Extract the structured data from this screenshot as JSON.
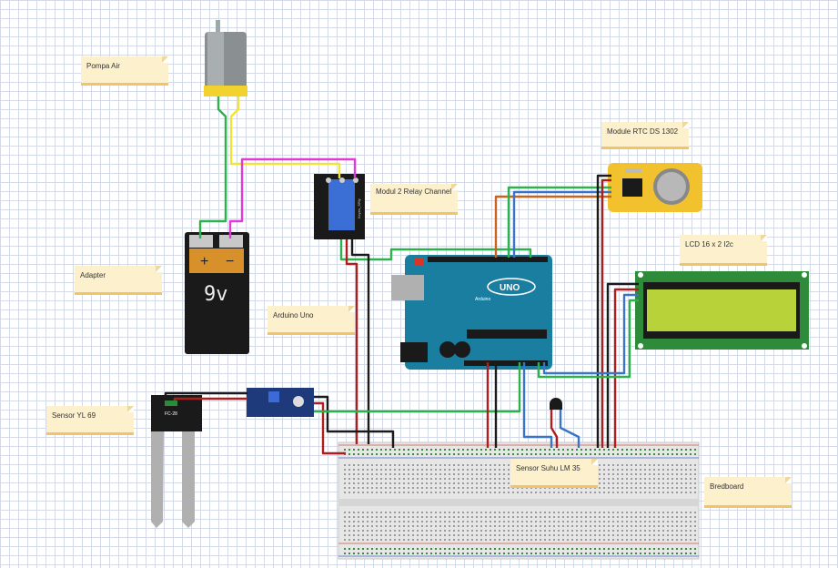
{
  "labels": {
    "pump": "Pompa Air",
    "rtc": "Module RTC DS 1302",
    "relay": "Modul 2 Relay Channel",
    "lcd": "LCD 16 x 2 I2c",
    "adapter": "Adapter",
    "arduino": "Arduino Uno",
    "yl69": "Sensor YL 69",
    "lm35": "Sensor Suhu LM 35",
    "breadboard": "Bredboard"
  },
  "component_text": {
    "battery": "9v",
    "battery_plus": "+",
    "battery_minus": "−",
    "arduino_logo": "UNO",
    "arduino_brand": "Arduino",
    "probe_model": "FC-28",
    "relay_brand": "Keyes_SRly"
  },
  "colors": {
    "wire_green": "#2bb24c",
    "wire_yellow": "#f2e33a",
    "wire_magenta": "#e23ad6",
    "wire_red": "#b01d1d",
    "wire_black": "#1a1a1a",
    "wire_blue": "#3a74c8",
    "wire_orange": "#c8641e",
    "arduino_board": "#1a7ea0",
    "lcd_screen": "#b8d23a",
    "rtc_board": "#f2c12e",
    "note_fill": "#fdf0cc"
  }
}
